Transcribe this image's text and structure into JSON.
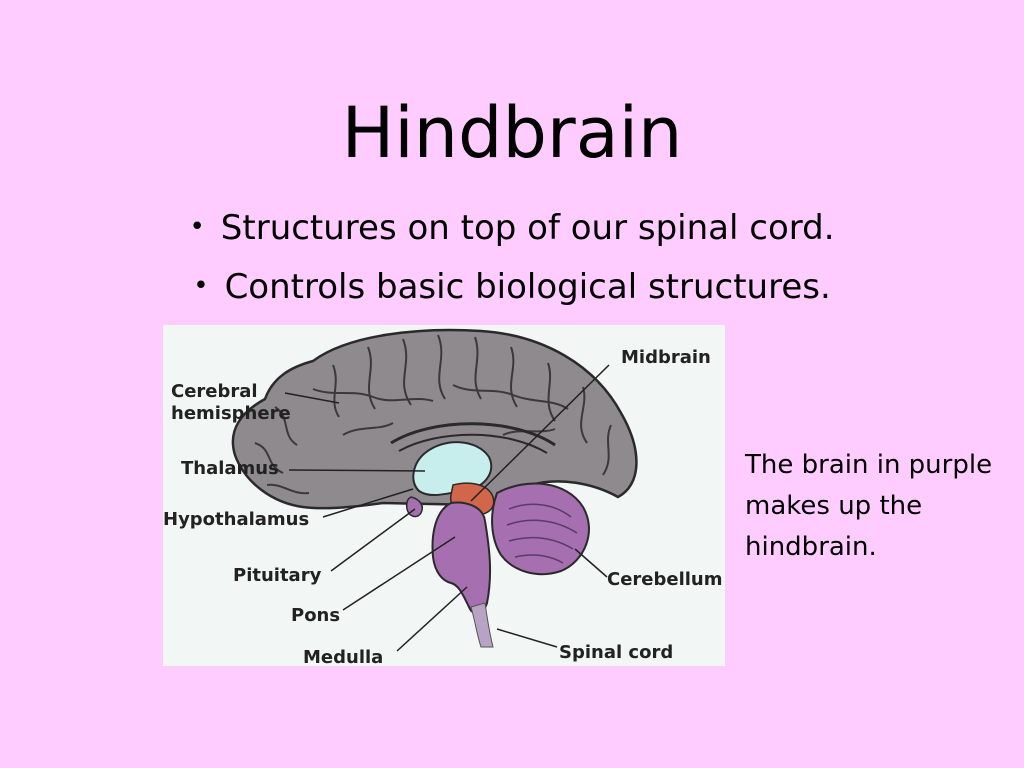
{
  "slide": {
    "title": "Hindbrain",
    "bullets": [
      "Structures on top of our spinal cord.",
      "Controls basic biological structures."
    ],
    "caption": "The brain in purple makes up the hindbrain."
  },
  "diagram": {
    "labels": {
      "cerebral_hemisphere": [
        "Cerebral",
        "hemisphere"
      ],
      "thalamus": "Thalamus",
      "hypothalamus": "Hypothalamus",
      "pituitary": "Pituitary",
      "pons": "Pons",
      "medulla": "Medulla",
      "midbrain": "Midbrain",
      "cerebellum": "Cerebellum",
      "spinal_cord": "Spinal cord"
    },
    "colors": {
      "cerebrum": "#8F8A8E",
      "thalamus": "#C8EDED",
      "midbrain": "#D2664A",
      "hindbrain": "#A66FB0",
      "background": "#FFCCFF"
    }
  }
}
